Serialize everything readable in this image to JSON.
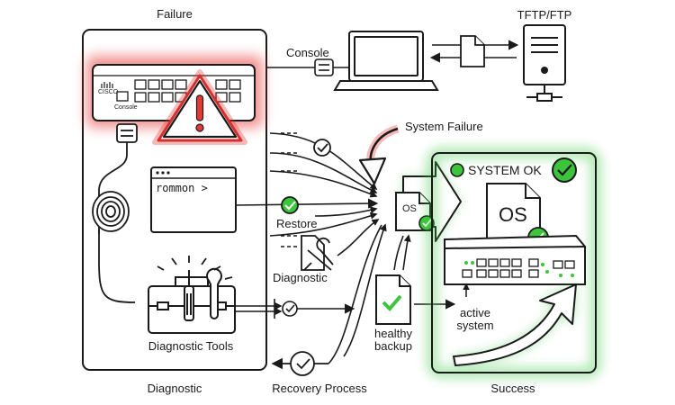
{
  "labels": {
    "failure": "Failure",
    "console": "Console",
    "tftp": "TFTP/FTP",
    "system_failure": "System Failure",
    "system_ok": "SYSTEM OK",
    "rommon": "rommon >",
    "os_small": "OS",
    "os_big": "OS",
    "restore": "Restore",
    "diagnostic_mid": "Diagnostic",
    "diagnostic_tools": "Diagnostic Tools",
    "healthy_backup": "healthy\nbackup",
    "active_system": "active\nsystem",
    "diagnostic_bottom": "Diagnostic",
    "recovery_process": "Recovery Process",
    "success": "Success",
    "brand": "CISCO",
    "port_label": "Console"
  },
  "colors": {
    "failure_glow": "#e53935",
    "success_glow": "#43c94a",
    "check_green": "#3cc43c",
    "ink": "#1a1a1a"
  },
  "icons": [
    "warning-icon",
    "laptop-icon",
    "server-icon",
    "document-icon",
    "check-icon",
    "toolbox-icon",
    "wrench-icon",
    "screwdriver-icon"
  ]
}
